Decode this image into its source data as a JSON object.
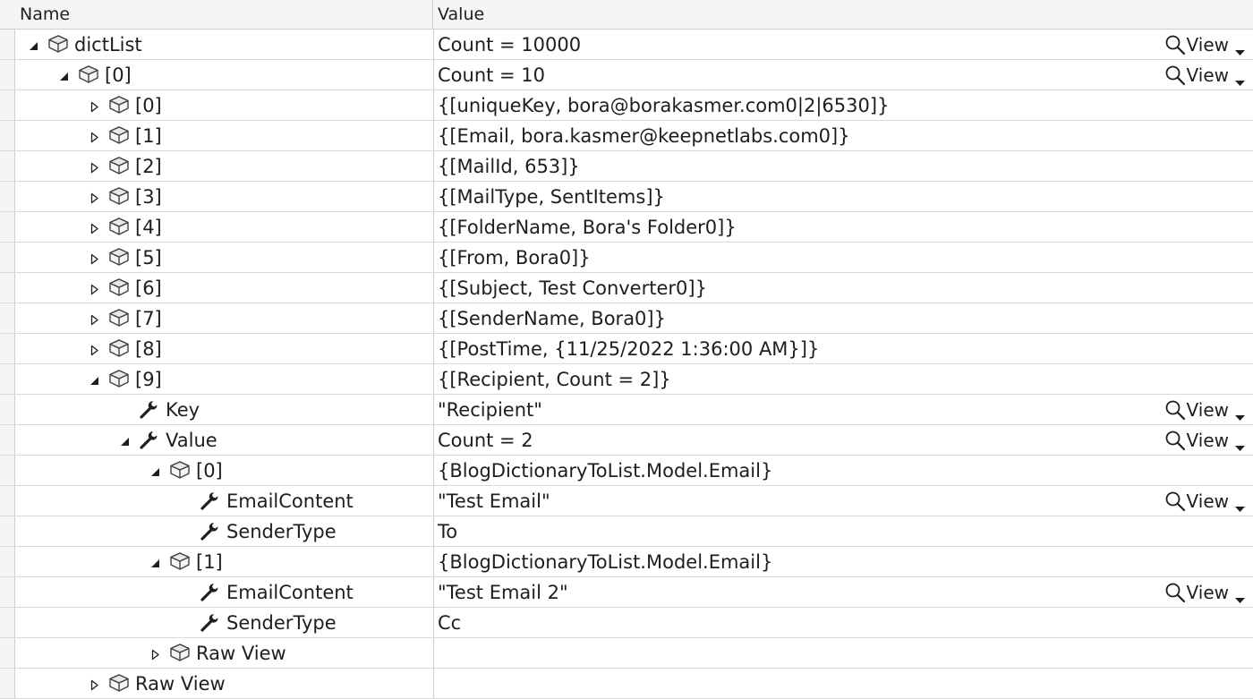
{
  "columns": {
    "name": "Name",
    "value": "Value"
  },
  "view_label": "View",
  "rows": [
    {
      "level": 0,
      "expander": "expanded",
      "icon": "object",
      "name": "dictList",
      "value": "Count = 10000",
      "view": true
    },
    {
      "level": 1,
      "expander": "expanded",
      "icon": "object",
      "name": "[0]",
      "value": "Count = 10",
      "view": true
    },
    {
      "level": 2,
      "expander": "collapsed",
      "icon": "object",
      "name": "[0]",
      "value": "{[uniqueKey, bora@borakasmer.com0|2|6530]}",
      "view": false
    },
    {
      "level": 2,
      "expander": "collapsed",
      "icon": "object",
      "name": "[1]",
      "value": "{[Email, bora.kasmer@keepnetlabs.com0]}",
      "view": false
    },
    {
      "level": 2,
      "expander": "collapsed",
      "icon": "object",
      "name": "[2]",
      "value": "{[MailId, 653]}",
      "view": false
    },
    {
      "level": 2,
      "expander": "collapsed",
      "icon": "object",
      "name": "[3]",
      "value": "{[MailType, SentItems]}",
      "view": false
    },
    {
      "level": 2,
      "expander": "collapsed",
      "icon": "object",
      "name": "[4]",
      "value": "{[FolderName, Bora's Folder0]}",
      "view": false
    },
    {
      "level": 2,
      "expander": "collapsed",
      "icon": "object",
      "name": "[5]",
      "value": "{[From, Bora0]}",
      "view": false
    },
    {
      "level": 2,
      "expander": "collapsed",
      "icon": "object",
      "name": "[6]",
      "value": "{[Subject, Test Converter0]}",
      "view": false
    },
    {
      "level": 2,
      "expander": "collapsed",
      "icon": "object",
      "name": "[7]",
      "value": "{[SenderName, Bora0]}",
      "view": false
    },
    {
      "level": 2,
      "expander": "collapsed",
      "icon": "object",
      "name": "[8]",
      "value": "{[PostTime, {11/25/2022 1:36:00 AM}]}",
      "view": false
    },
    {
      "level": 2,
      "expander": "expanded",
      "icon": "object",
      "name": "[9]",
      "value": "{[Recipient, Count = 2]}",
      "view": false
    },
    {
      "level": 3,
      "expander": "none",
      "icon": "property",
      "name": "Key",
      "value": "\"Recipient\"",
      "view": true
    },
    {
      "level": 3,
      "expander": "expanded",
      "icon": "property",
      "name": "Value",
      "value": "Count = 2",
      "view": true
    },
    {
      "level": 4,
      "expander": "expanded",
      "icon": "object",
      "name": "[0]",
      "value": "{BlogDictionaryToList.Model.Email}",
      "view": false
    },
    {
      "level": 5,
      "expander": "none",
      "icon": "property",
      "name": "EmailContent",
      "value": "\"Test Email\"",
      "view": true
    },
    {
      "level": 5,
      "expander": "none",
      "icon": "property",
      "name": "SenderType",
      "value": "To",
      "view": false
    },
    {
      "level": 4,
      "expander": "expanded",
      "icon": "object",
      "name": "[1]",
      "value": "{BlogDictionaryToList.Model.Email}",
      "view": false
    },
    {
      "level": 5,
      "expander": "none",
      "icon": "property",
      "name": "EmailContent",
      "value": "\"Test Email 2\"",
      "view": true
    },
    {
      "level": 5,
      "expander": "none",
      "icon": "property",
      "name": "SenderType",
      "value": "Cc",
      "view": false
    },
    {
      "level": 4,
      "expander": "collapsed",
      "icon": "object",
      "name": "Raw View",
      "value": "",
      "view": false
    },
    {
      "level": 2,
      "expander": "collapsed",
      "icon": "object",
      "name": "Raw View",
      "value": "",
      "view": false
    }
  ]
}
